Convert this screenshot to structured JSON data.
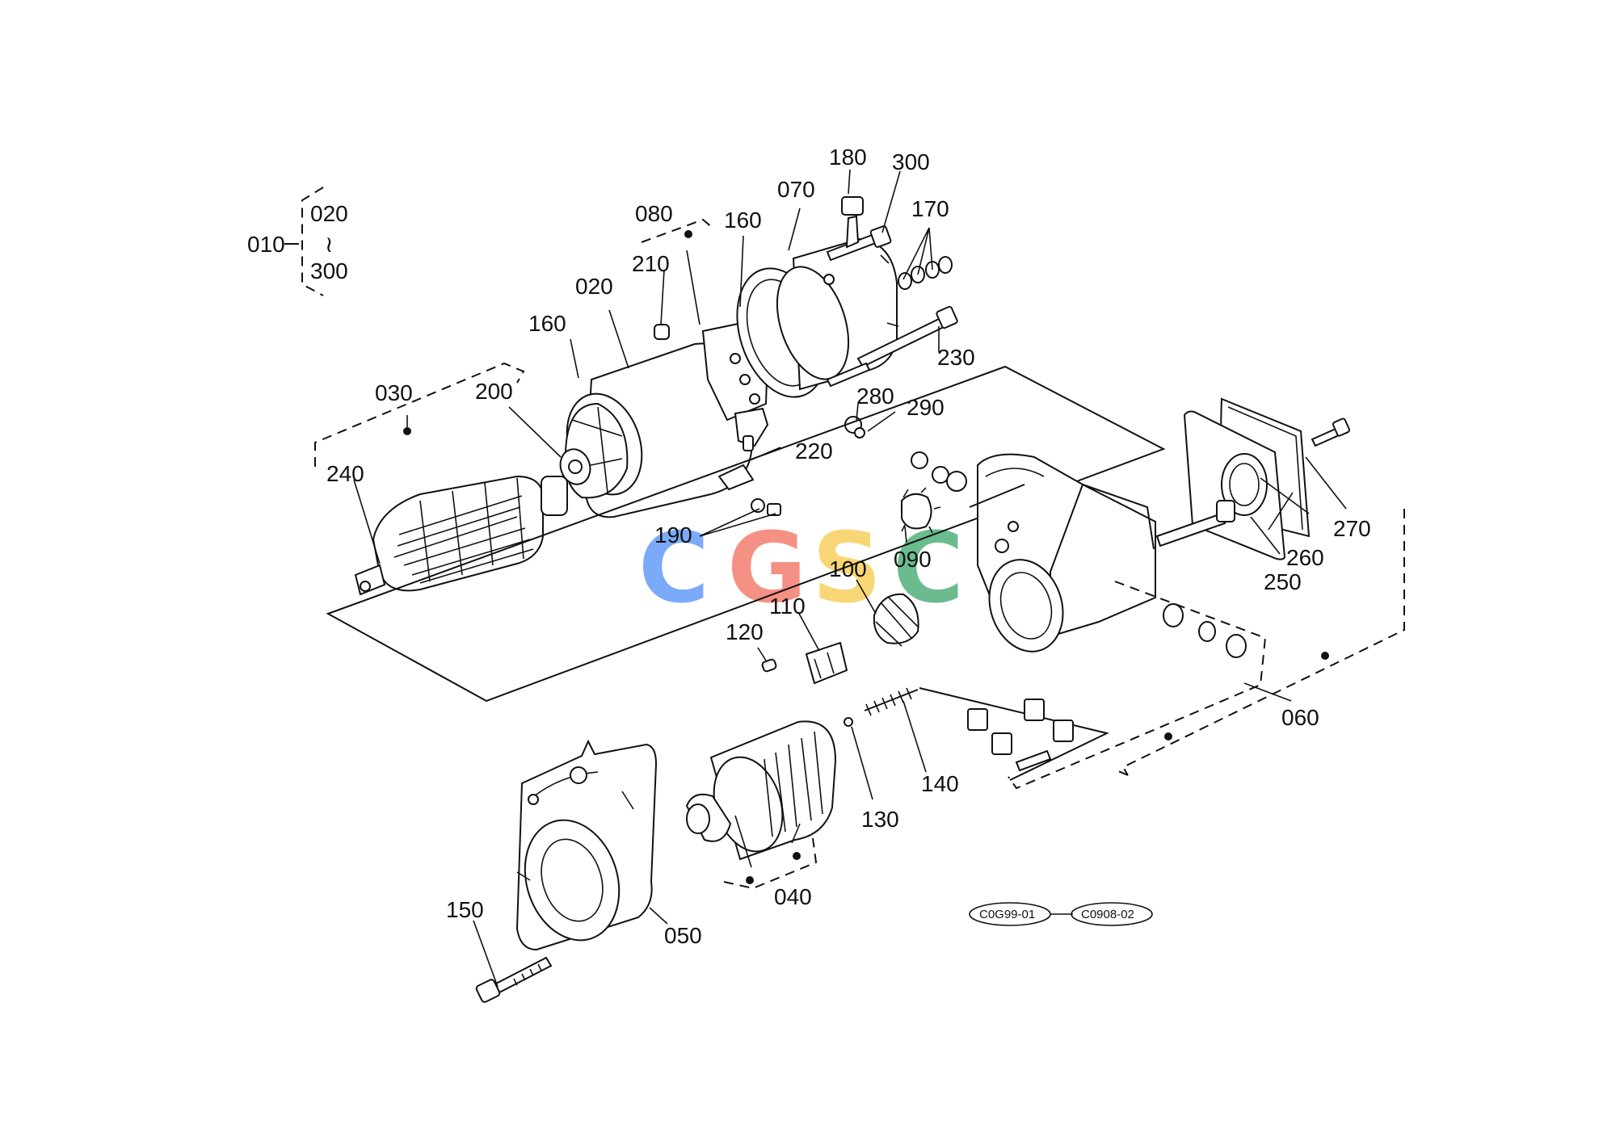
{
  "watermark": {
    "letters": [
      "C",
      "G",
      "S",
      "C"
    ],
    "colors": [
      "#4f8ef7",
      "#f26b5b",
      "#f7c948",
      "#3aa56a"
    ]
  },
  "assembly_bracket": {
    "main": "010",
    "from": "020",
    "range_symbol": "≀",
    "to": "300"
  },
  "part_labels": {
    "p180": "180",
    "p300": "300",
    "p070": "070",
    "p170": "170",
    "p080": "080",
    "p160a": "160",
    "p210": "210",
    "p020": "020",
    "p160b": "160",
    "p230": "230",
    "p030": "030",
    "p200": "200",
    "p280": "280",
    "p290": "290",
    "p240": "240",
    "p220": "220",
    "p190": "190",
    "p100": "100",
    "p090": "090",
    "p110": "110",
    "p120": "120",
    "p270": "270",
    "p260": "260",
    "p250": "250",
    "p060": "060",
    "p140": "140",
    "p130": "130",
    "p040": "040",
    "p150": "150",
    "p050": "050"
  },
  "reference_codes": {
    "ref1": "C0G99-01",
    "ref2": "C0908-02"
  }
}
